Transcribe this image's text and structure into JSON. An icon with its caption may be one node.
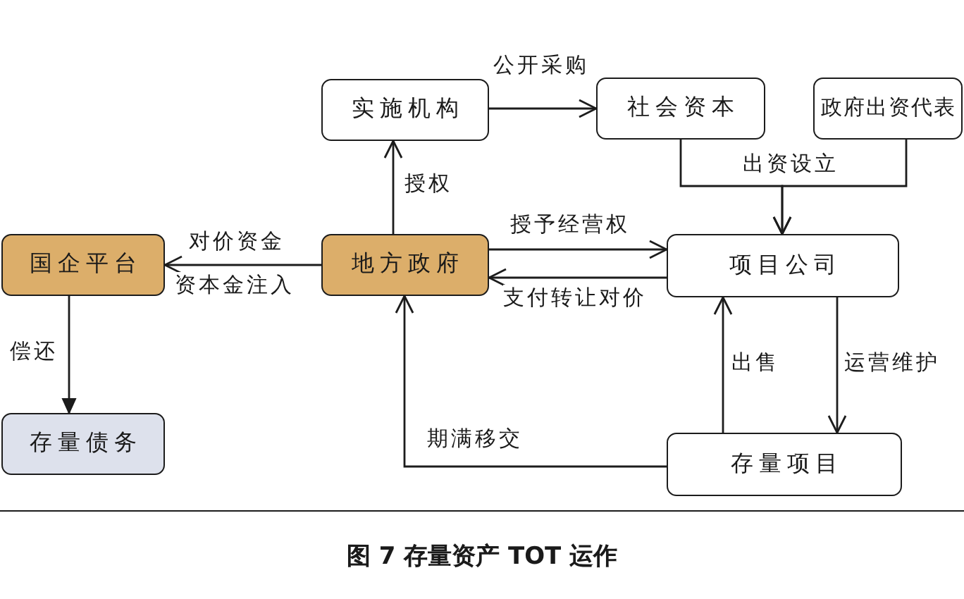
{
  "diagram": {
    "caption": "图 7 存量资产 TOT 运作",
    "nodes": [
      {
        "text": [
          "实施机构"
        ]
      },
      {
        "text": [
          "社会资本"
        ]
      },
      {
        "text": [
          "政府出资代表"
        ]
      },
      {
        "text": [
          "国企平台"
        ]
      },
      {
        "text": [
          "地方政府"
        ]
      },
      {
        "text": [
          "项目公司"
        ]
      },
      {
        "text": [
          "存量债务"
        ]
      },
      {
        "text": [
          "存量项目"
        ]
      }
    ],
    "edges": [
      {
        "from": 0,
        "to": 1,
        "arrow": "to",
        "label": "公开采购"
      },
      {
        "from": 1,
        "to": 5,
        "arrow": "to",
        "label": "出资设立"
      },
      {
        "from": 2,
        "to": 5,
        "arrow": "to"
      },
      {
        "from": 4,
        "to": 0,
        "arrow": "to",
        "label": "授权"
      },
      {
        "from": 4,
        "to": 3,
        "arrow": "to",
        "label": "对价资金"
      },
      {
        "from": 4,
        "to": 5,
        "arrow": "to",
        "label": "授予经营权"
      },
      {
        "from": 5,
        "to": 4,
        "arrow": "to",
        "label": "支付转让对价"
      },
      {
        "from": 3,
        "to": 6,
        "arrow": "to",
        "label": "偿还"
      },
      {
        "from": 7,
        "to": 4,
        "arrow": "to",
        "label": "期满移交"
      },
      {
        "from": 7,
        "to": 5,
        "arrow": "to",
        "label": "出售"
      },
      {
        "from": 5,
        "to": 7,
        "arrow": "to",
        "label": "运营维护"
      }
    ],
    "labels": [
      "资本金注入"
    ]
  }
}
